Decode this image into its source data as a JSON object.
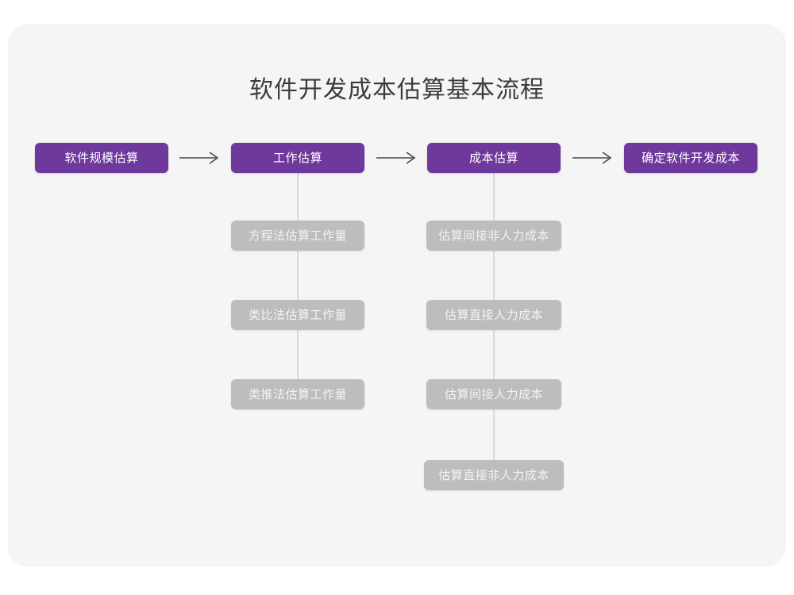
{
  "title": "软件开发成本估算基本流程",
  "colors": {
    "page_background": "#ffffff",
    "card_background": "#f5f5f6",
    "primary_node": "#6f389c",
    "secondary_node": "#bdbdbd",
    "connector": "#d9d9d9",
    "title_text": "#3b3b3b",
    "arrow": "#4a4a4a"
  },
  "chart_data": {
    "type": "diagram",
    "title": "软件开发成本估算基本流程",
    "orientation": "left-to-right with vertical sub-branches",
    "main_flow": [
      "软件规模估算",
      "工作估算",
      "成本估算",
      "确定软件开发成本"
    ],
    "connectors": [
      "⟶",
      "⟶",
      "⟶"
    ],
    "branches": [
      {
        "parent": "工作估算",
        "items": [
          "方程法估算工作量",
          "类比法估算工作量",
          "类推法估算工作量"
        ]
      },
      {
        "parent": "成本估算",
        "items": [
          "估算间接非人力成本",
          "估算直接人力成本",
          "估算间接人力成本",
          "估算直接非人力成本"
        ]
      }
    ]
  },
  "nodes": {
    "step1": "软件规模估算",
    "step2": "工作估算",
    "step3": "成本估算",
    "step4": "确定软件开发成本",
    "work1": "方程法估算工作量",
    "work2": "类比法估算工作量",
    "work3": "类推法估算工作量",
    "cost1": "估算间接非人力成本",
    "cost2": "估算直接人力成本",
    "cost3": "估算间接人力成本",
    "cost4": "估算直接非人力成本"
  },
  "arrow_glyph": "⟶"
}
